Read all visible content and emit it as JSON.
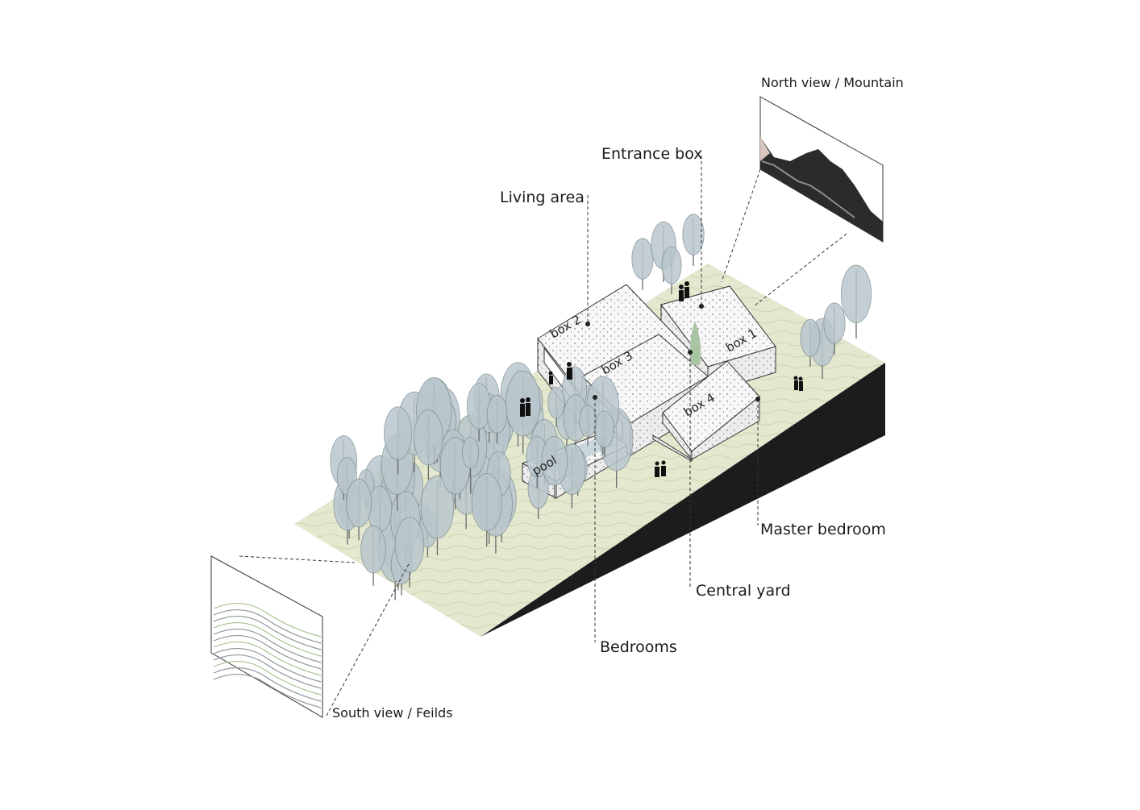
{
  "labels": {
    "north_view": "North view  / Mountain",
    "south_view": "South view / Feilds",
    "entrance_box": "Entrance box",
    "living_area": "Living area",
    "master_bedroom": "Master bedroom",
    "central_yard": "Central yard",
    "bedrooms": "Bedrooms"
  },
  "boxes": {
    "box1": "box 1",
    "box2": "box 2",
    "box3": "box 3",
    "box4": "box 4",
    "pool": "pool"
  },
  "colors": {
    "ground": "#e3e8cf",
    "ground_shade": "#d2d9b6",
    "side": "#1c1c1c",
    "box_face": "#f7f7f7",
    "box_side": "#ececec",
    "tree": "#b9c7cd",
    "tree_trunk": "#6a6a6a",
    "pool_water": "#c9d6dc",
    "accent_tree": "#a9c4a3"
  }
}
